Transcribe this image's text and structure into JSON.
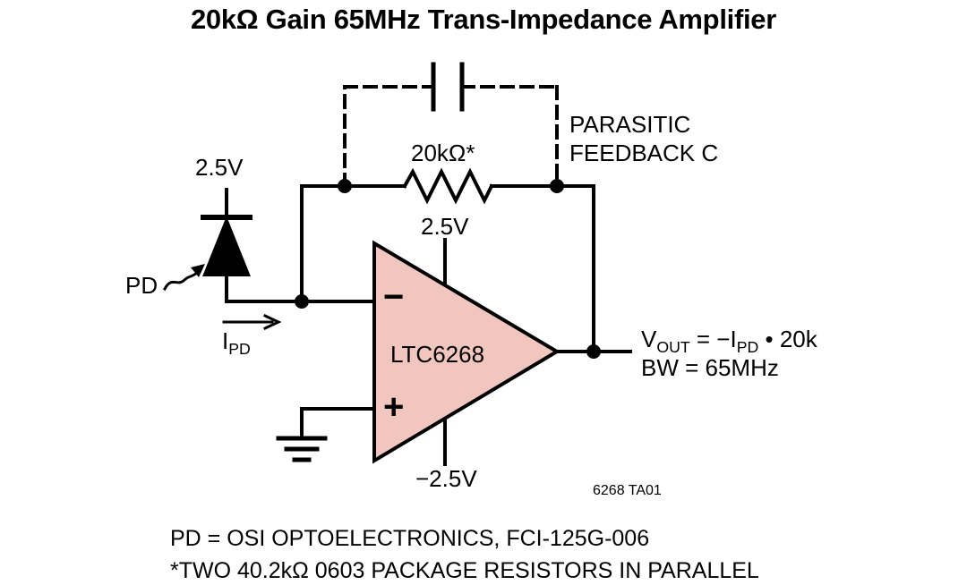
{
  "title": "20kΩ Gain 65MHz Trans-Impedance Amplifier",
  "schematic": {
    "photodiode_supply": "2.5V",
    "photodiode_label": "PD",
    "photodiode_current": {
      "base": "I",
      "sub": "PD"
    },
    "feedback_resistor": "20kΩ*",
    "parasitic_cap": {
      "line1": "PARASITIC",
      "line2": "FEEDBACK C"
    },
    "opamp": {
      "name": "LTC6268",
      "inverting_input": "−",
      "noninverting_input": "+",
      "positive_supply": "2.5V",
      "negative_supply": "−2.5V"
    },
    "output": {
      "v": "V",
      "v_sub": "OUT",
      "eq": " = −I",
      "i_sub": "PD",
      "tail": " • 20k",
      "bandwidth": "BW = 65MHz"
    },
    "figure_id": "6268 TA01"
  },
  "notes": [
    "PD = OSI OPTOELECTRONICS, FCI-125G-006",
    "*TWO 40.2kΩ 0603 PACKAGE RESISTORS IN PARALLEL"
  ],
  "colors": {
    "opamp_fill": "#f0c6bf",
    "wire": "#000000",
    "background": "#ffffff"
  }
}
